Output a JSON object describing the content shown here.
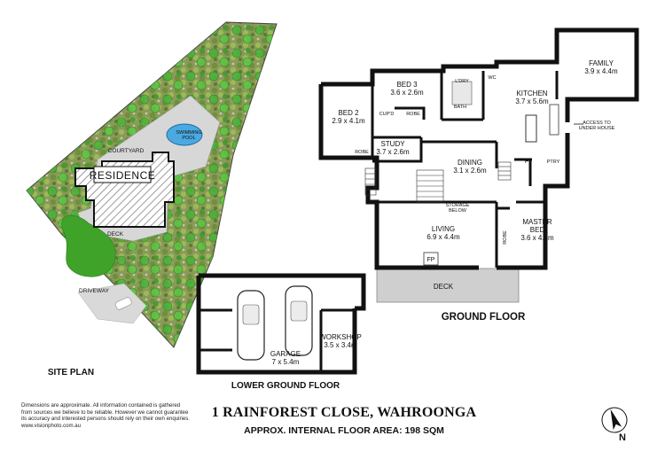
{
  "site_plan": {
    "title": "SITE PLAN",
    "residence": "RESIDENCE",
    "courtyard": "COURTYARD",
    "pool": "SWIMMING\nPOOL",
    "deck": "DECK",
    "driveway": "DRIVEWAY"
  },
  "lower_ground": {
    "title": "LOWER GROUND FLOOR",
    "garage_name": "GARAGE",
    "garage_size": "7 x 5.4m",
    "workshop_name": "WORKSHOP",
    "workshop_size": "3.5 x 3.4m"
  },
  "ground": {
    "title": "GROUND FLOOR",
    "rooms": {
      "bed2": {
        "name": "BED 2",
        "size": "2.9 x 4.1m"
      },
      "bed3": {
        "name": "BED 3",
        "size": "3.6 x 2.6m"
      },
      "kitchen": {
        "name": "KITCHEN",
        "size": "3.7 x 5.6m"
      },
      "family": {
        "name": "FAMILY",
        "size": "3.9 x 4.4m"
      },
      "study": {
        "name": "STUDY",
        "size": "3.7 x 2.6m"
      },
      "dining": {
        "name": "DINING",
        "size": "3.1 x 2.6m"
      },
      "living": {
        "name": "LIVING",
        "size": "6.9 x 4.4m"
      },
      "master": {
        "name": "MASTER\nBED",
        "size": "3.6 x 4.4m"
      }
    },
    "small": {
      "bath": "BATH",
      "ldry": "L'DRY",
      "wc": "WC",
      "robe": "ROBE",
      "cupd": "CUP'D",
      "ptry": "PTRY",
      "f": "F",
      "fp": "FP",
      "deck": "DECK",
      "storage": "STORAGE\nBELOW",
      "access": "ACCESS TO\nUNDER HOUSE"
    }
  },
  "footer": {
    "address": "1 RAINFOREST CLOSE, WAHROONGA",
    "area": "APPROX. INTERNAL FLOOR AREA: 198 SQM",
    "disclaimer": [
      "Dimensions are approximate. All information contained is gathered",
      "from sources we believe to be reliable. However we cannot guarantee",
      "its accuracy and interested persons should rely on their own enquiries.",
      "www.visionphoto.com.au"
    ],
    "north": "N"
  },
  "colors": {
    "wall": "#1a1a1a",
    "garden": "#7aa34a",
    "lawn": "#3fa32a",
    "deck": "#cfcfcf",
    "pool": "#4aa9e0",
    "hatch": "#bdbdbd"
  }
}
